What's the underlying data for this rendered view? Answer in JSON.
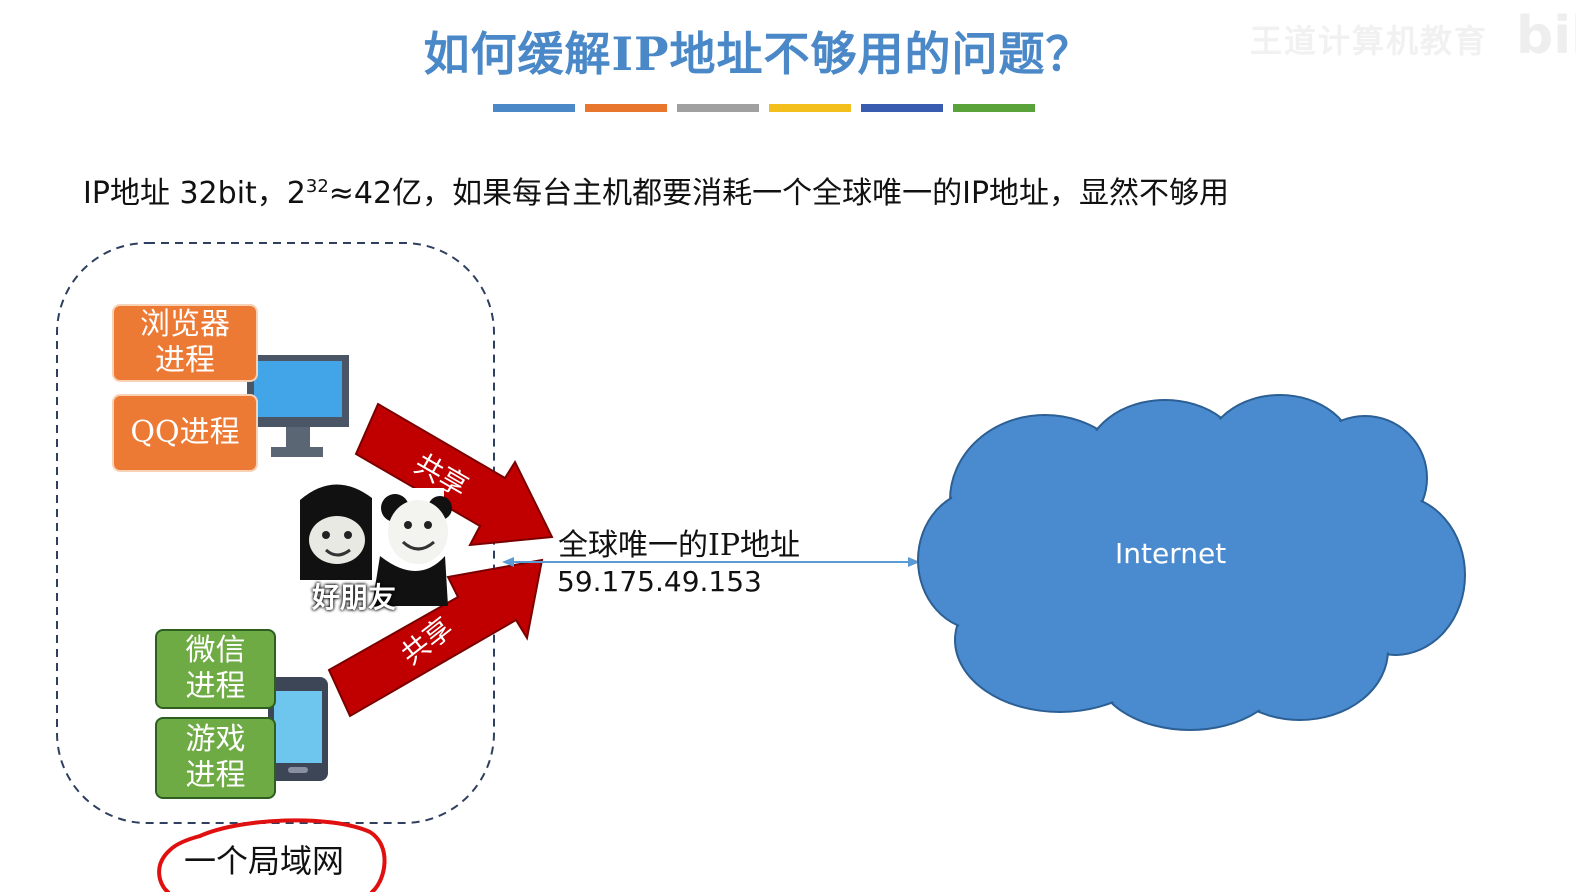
{
  "title": "如何缓解IP地址不够用的问题？",
  "watermark": "王道计算机教育",
  "brand_colors": [
    "#4a88c8",
    "#e8762c",
    "#a0a0a0",
    "#f2bf1c",
    "#3a5cb0",
    "#5aa33b"
  ],
  "statement": {
    "prefix": "IP地址 32bit，2",
    "exponent": "32",
    "suffix": "≈42亿，如果每台主机都要消耗一个全球唯一的IP地址，显然不够用"
  },
  "computer_processes": [
    "浏览器\n进程",
    "QQ进程"
  ],
  "phone_processes": [
    "微信\n进程",
    "游戏\n进程"
  ],
  "share_label": "共享",
  "meme_caption": "好朋友",
  "public_ip": {
    "label": "全球唯一的IP地址",
    "address": "59.175.49.153"
  },
  "cloud_label": "Internet",
  "lan_label": "一个局域网",
  "icons": {
    "computer": "desktop-monitor-icon",
    "phone": "smartphone-icon",
    "cloud": "internet-cloud-icon",
    "meme": "panda-meme-icon",
    "bilibili": "bilibili-logo-icon"
  }
}
